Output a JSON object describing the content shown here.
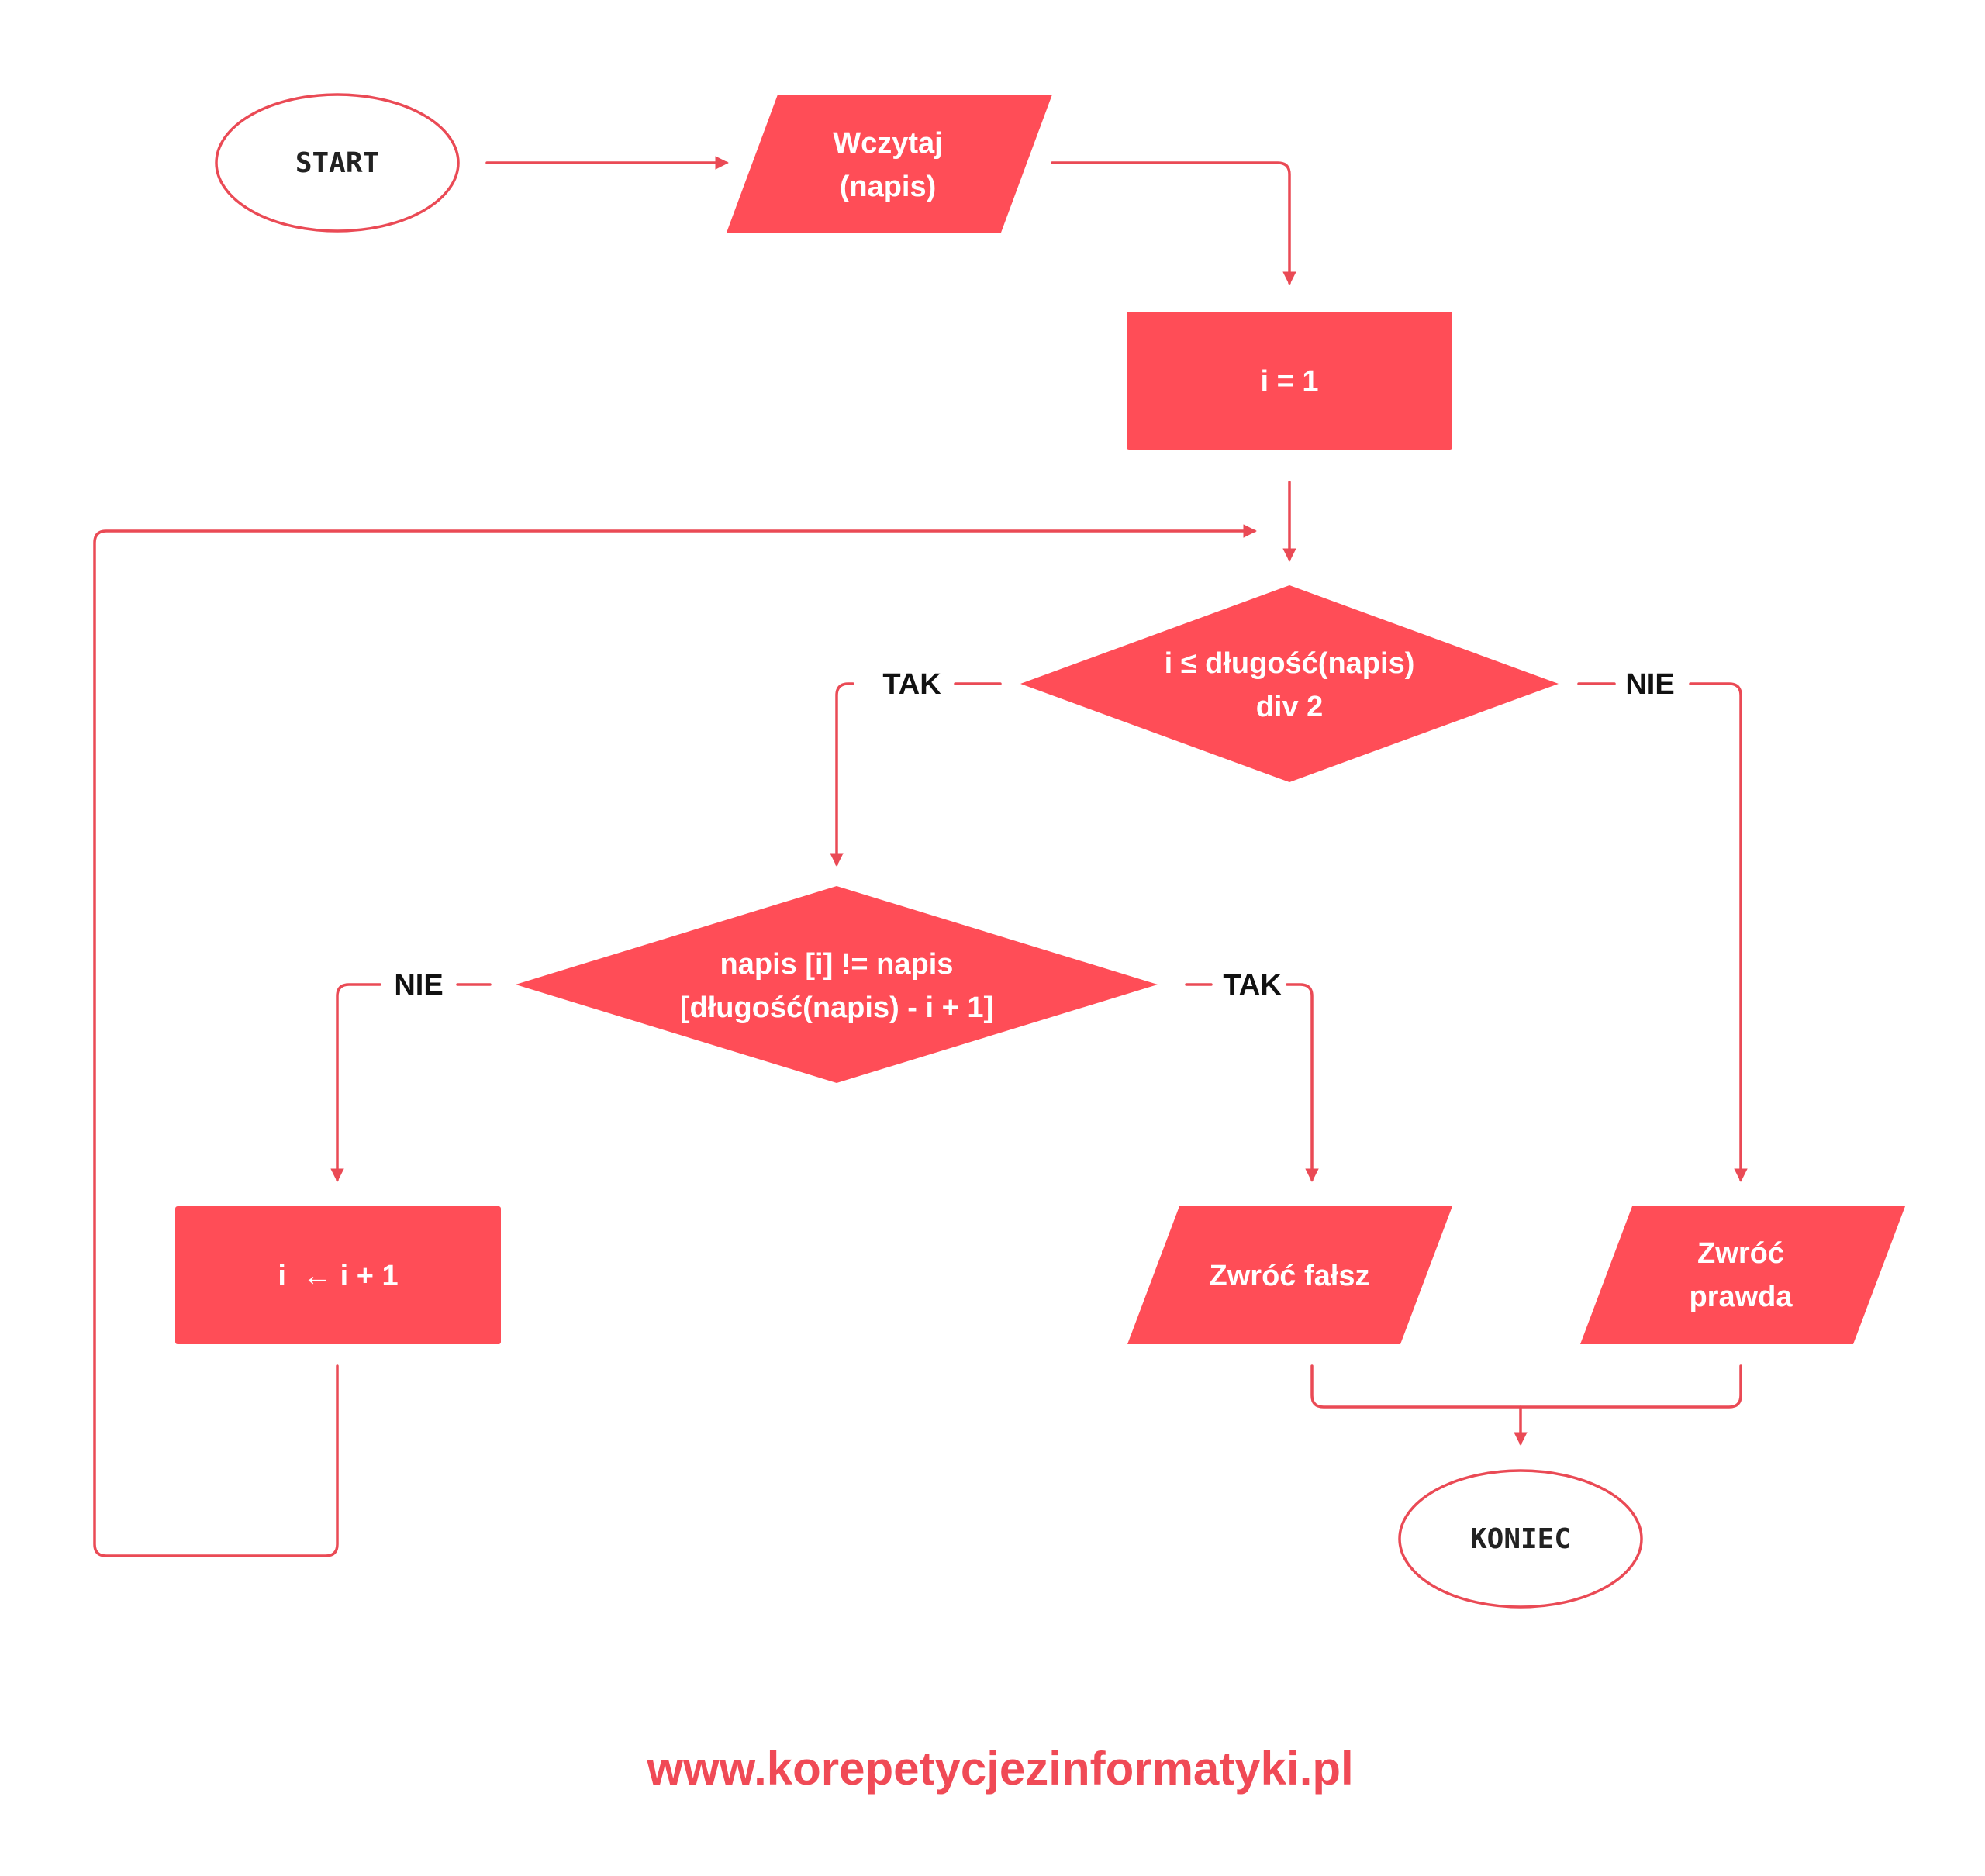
{
  "colors": {
    "accent": "#ff4d57",
    "line": "#ea4a55",
    "terminal_text": "#222222",
    "label_text": "#111111"
  },
  "nodes": {
    "start": "START",
    "input_line1": "Wczytaj",
    "input_line2": "(napis)",
    "init": "i = 1",
    "cond1_line1": "i ≤ długość(napis)",
    "cond1_line2": "div 2",
    "cond2_line1": "napis [i] != napis",
    "cond2_line2": "[długość(napis) - i + 1]",
    "increment": "i  ← i + 1",
    "return_false": "Zwróć fałsz",
    "return_true_line1": "Zwróć",
    "return_true_line2": "prawda",
    "end": "KONIEC"
  },
  "branches": {
    "cond1_yes": "TAK",
    "cond1_no": "NIE",
    "cond2_no": "NIE",
    "cond2_yes": "TAK"
  },
  "footer": "www.korepetycjezinformatyki.pl"
}
